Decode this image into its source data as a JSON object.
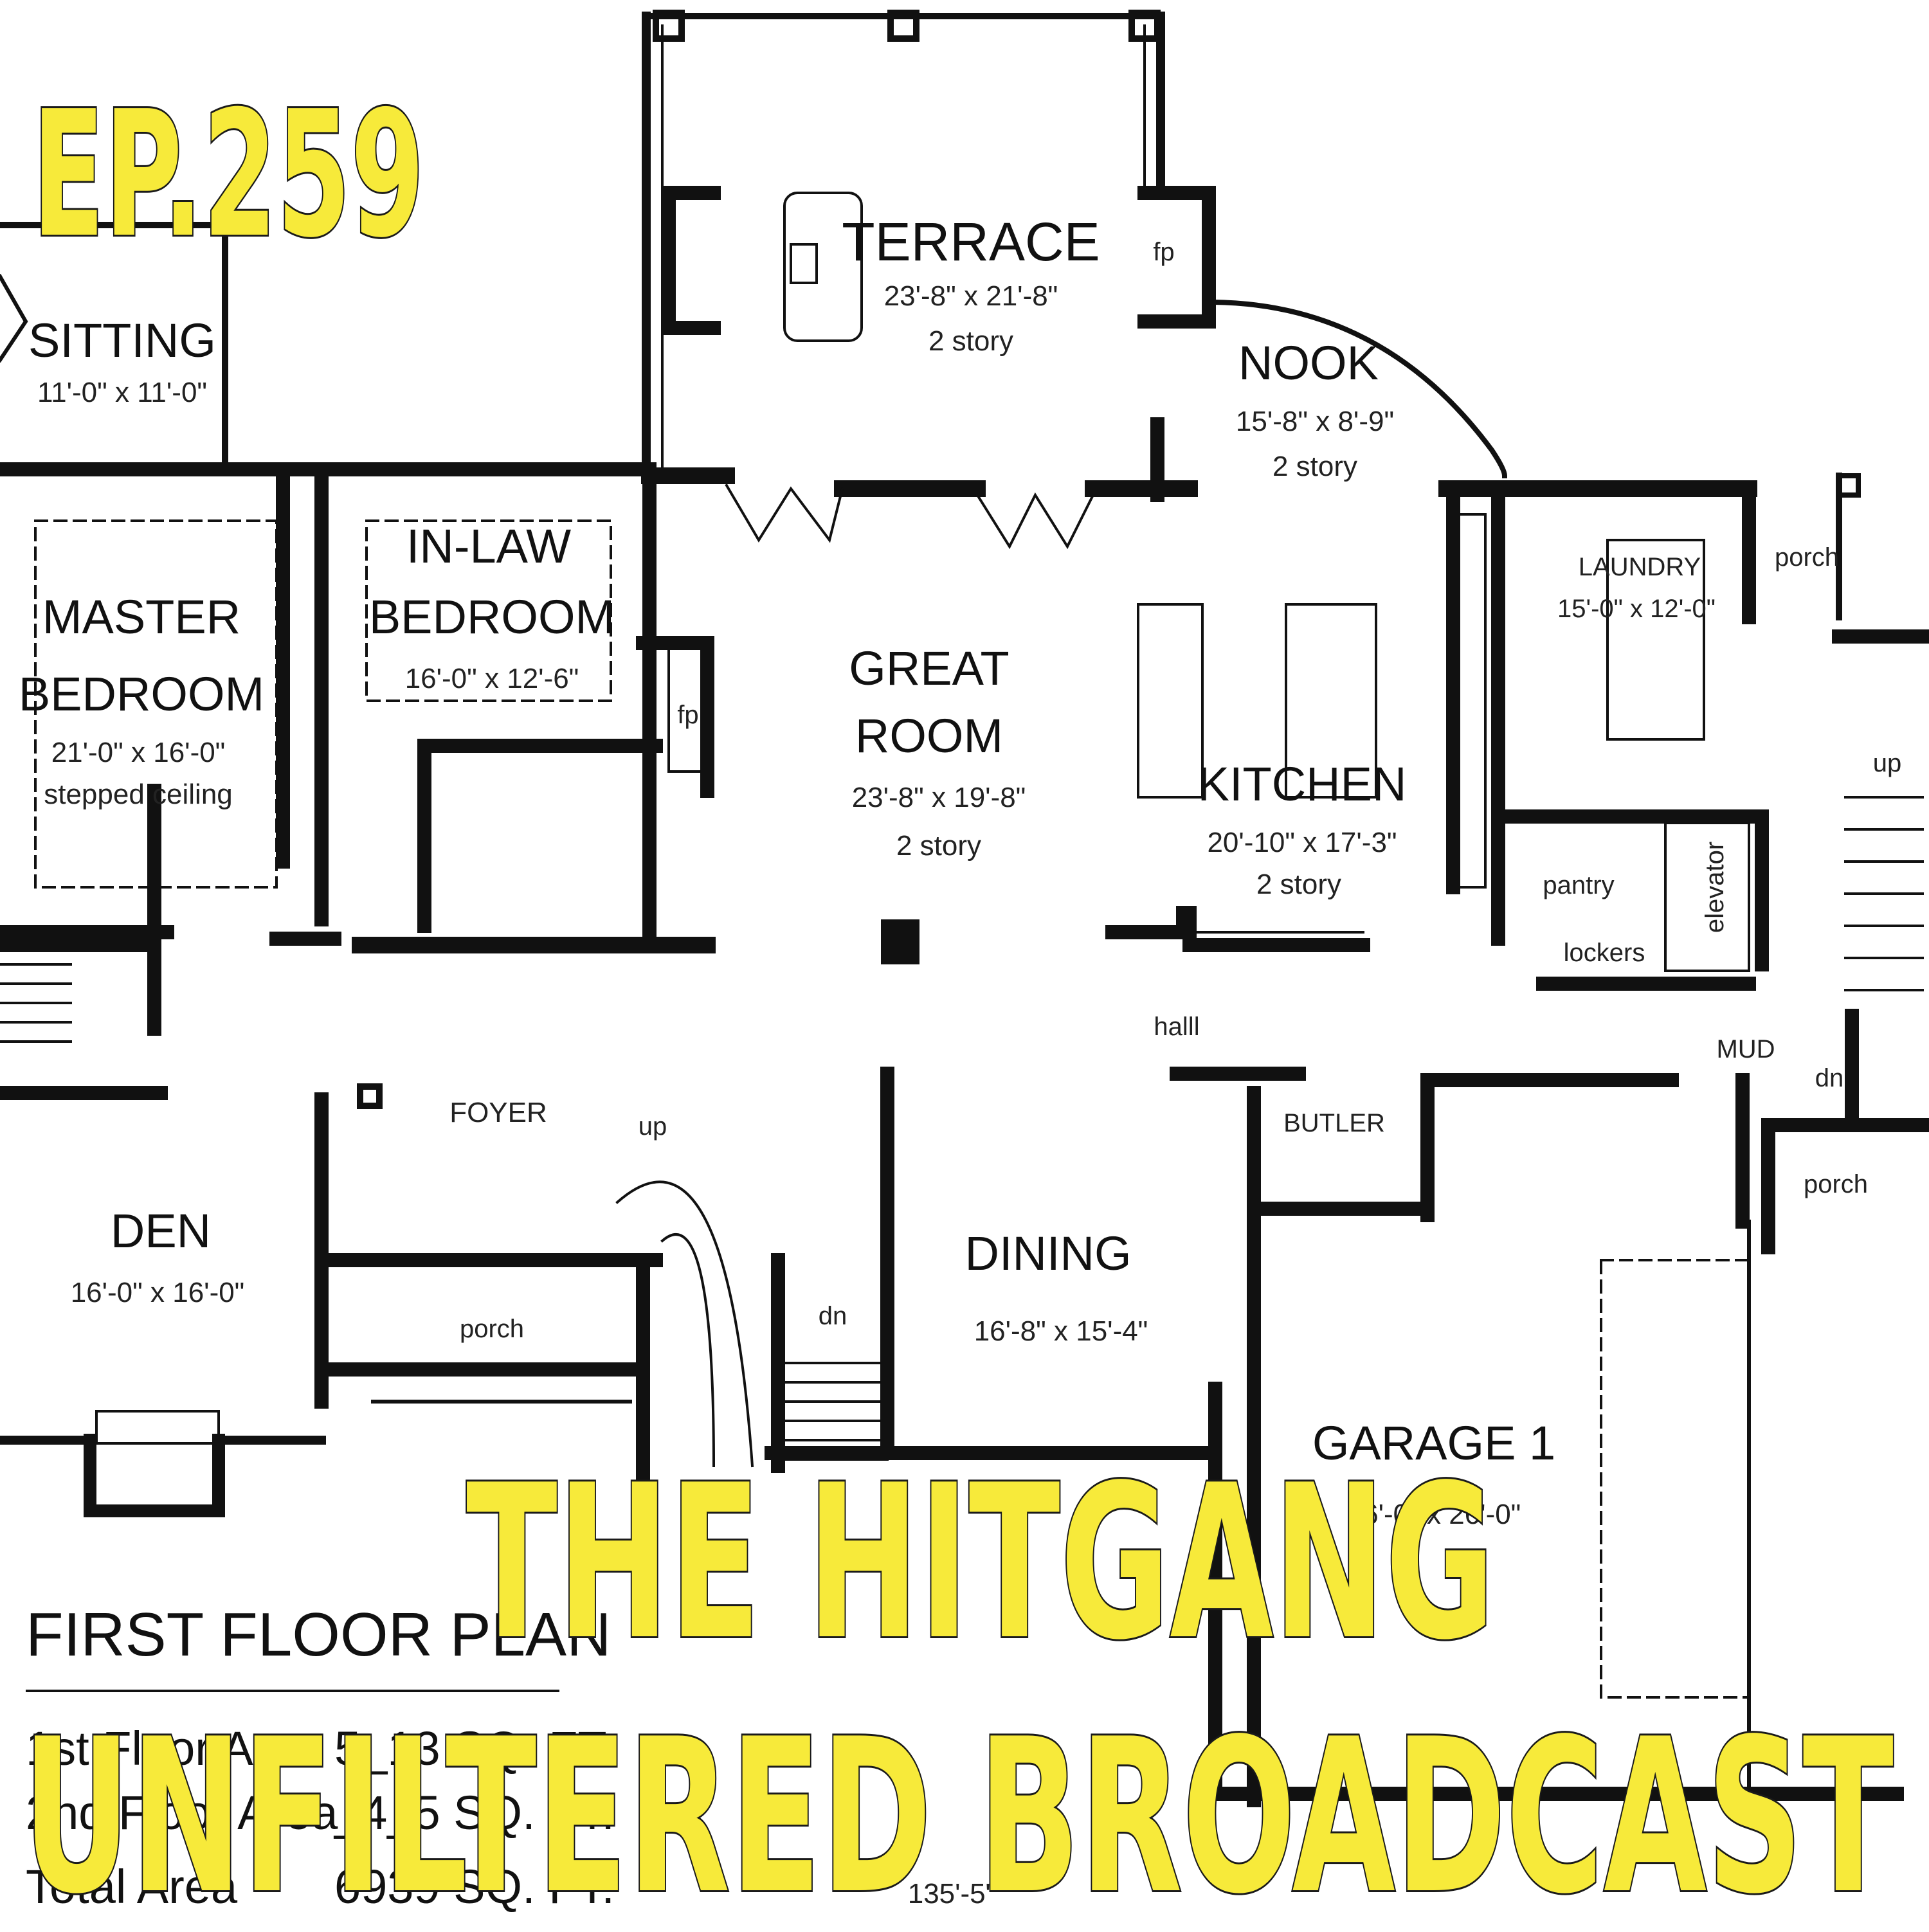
{
  "episode": "EP.259",
  "show_title_line1": "THE HITGANG",
  "show_title_line2": "UNFILTERED BROADCAST",
  "plan": {
    "title": "FIRST FLOOR PLAN",
    "areas": [
      {
        "label": "1st Floor Area",
        "value": "5_13 SQ. FT."
      },
      {
        "label": "2nd Floor Area",
        "value": "_4_5 SQ. FT."
      },
      {
        "label": "Total Area",
        "value": "6939 SQ. FT."
      }
    ],
    "overall_dimension": "135'-5\""
  },
  "rooms": {
    "terrace": {
      "name": "TERRACE",
      "dim": "23'-8\" x 21'-8\"",
      "note": "2 story"
    },
    "sitting": {
      "name": "SITTING",
      "dim": "11'-0\" x 11'-0\""
    },
    "nook": {
      "name": "NOOK",
      "dim": "15'-8\" x 8'-9\"",
      "note": "2 story"
    },
    "master": {
      "name1": "MASTER",
      "name2": "BEDROOM",
      "dim": "21'-0\" x 16'-0\"",
      "note": "stepped ceiling"
    },
    "inlaw": {
      "name1": "IN-LAW",
      "name2": "BEDROOM",
      "dim": "16'-0\" x 12'-6\""
    },
    "great": {
      "name1": "GREAT",
      "name2": "ROOM",
      "dim": "23'-8\" x 19'-8\"",
      "note": "2 story"
    },
    "kitchen": {
      "name": "KITCHEN",
      "dim": "20'-10\" x 17'-3\"",
      "note": "2 story"
    },
    "laundry": {
      "name": "LAUNDRY",
      "dim": "15'-0\" x 12'-0\""
    },
    "den": {
      "name": "DEN",
      "dim": "16'-0\" x 16'-0\""
    },
    "foyer": {
      "name": "FOYER"
    },
    "dining": {
      "name": "DINING",
      "dim": "16'-8\" x 15'-4\""
    },
    "garage": {
      "name": "GARAGE 1",
      "dim": "26'-0\" x 26'-0\""
    }
  },
  "labels": {
    "fp": "fp",
    "porch": "porch",
    "pantry": "pantry",
    "lockers": "lockers",
    "elevator": "elevator",
    "hall": "halll",
    "butler": "BUTLER",
    "mud": "MUD",
    "up": "up",
    "dn": "dn"
  }
}
